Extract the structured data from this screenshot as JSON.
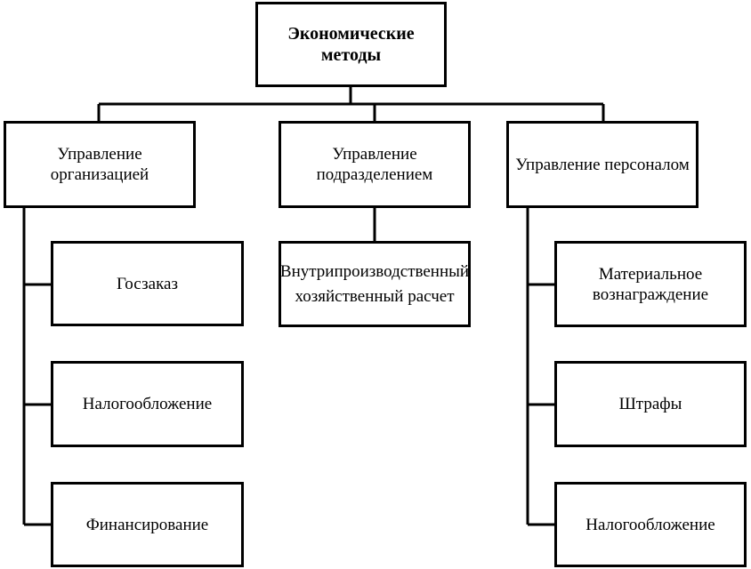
{
  "diagram": {
    "root": "Экономические методы",
    "branches": [
      {
        "label": "Управление организацией",
        "children": [
          "Госзаказ",
          "Налогообложение",
          "Финансирование"
        ]
      },
      {
        "label": "Управление подразделением",
        "children": [
          "Внутрипроизводственный хозяйственный расчет"
        ]
      },
      {
        "label": "Управление персоналом",
        "children": [
          "Материальное вознаграждение",
          "Штрафы",
          "Налогообложение"
        ]
      }
    ]
  }
}
